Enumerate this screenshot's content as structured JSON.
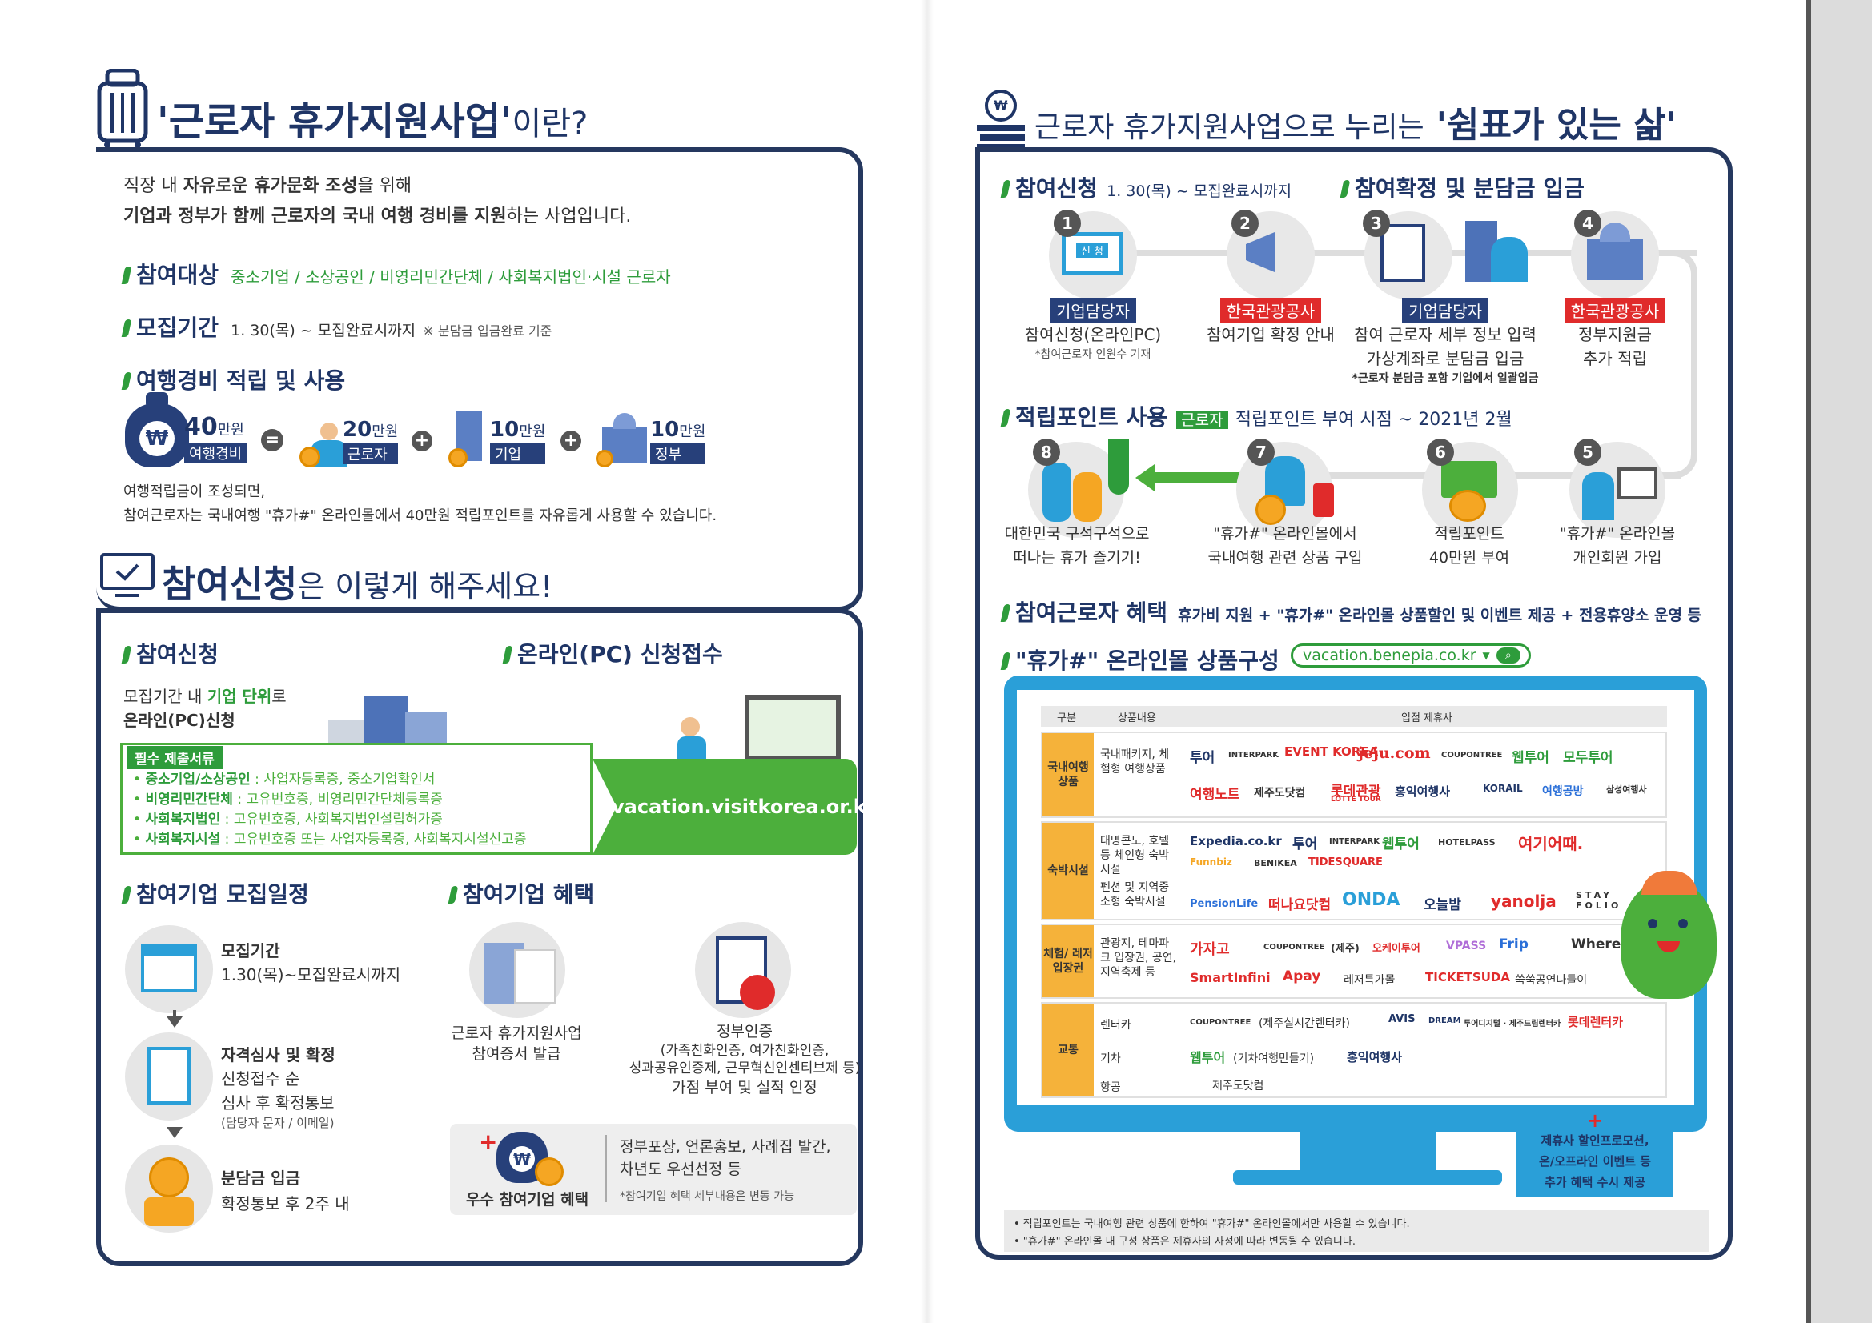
{
  "left": {
    "title_quote": "'근로자 휴가지원사업'",
    "title_suffix": "이란?",
    "intro_line1_a": "직장 내 ",
    "intro_line1_b": "자유로운 휴가문화 조성",
    "intro_line1_c": "을 위해",
    "intro_line2_a": "기업과 정부가 함께 근로자의 국내 여행 경비를 지원",
    "intro_line2_b": "하는 사업입니다.",
    "target_label": "참여대상",
    "target_value": "중소기업 / 소상공인 / 비영리민간단체 / 사회복지법인·시설 근로자",
    "period_label": "모집기간",
    "period_value": "1. 30(목) ~ 모집완료시까지",
    "period_note": "※ 분담금 입금완료 기준",
    "fund_label": "여행경비 적립 및 사용",
    "fund_total_amt": "40",
    "fund_total_unit": "만원",
    "fund_total_tag": "여행경비",
    "fund_op_eq": "=",
    "fund_worker_amt": "20",
    "fund_worker_unit": "만원",
    "fund_worker_tag": "근로자",
    "fund_op_plus": "+",
    "fund_company_amt": "10",
    "fund_company_unit": "만원",
    "fund_company_tag": "기업",
    "fund_gov_amt": "10",
    "fund_gov_unit": "만원",
    "fund_gov_tag": "정부",
    "won_symbol": "₩",
    "fund_note1": "여행적립금이 조성되면,",
    "fund_note2": "참여근로자는 국내여행 \"휴가#\" 온라인몰에서 40만원 적립포인트를 자유롭게 사용할 수 있습니다.",
    "apply_title_bold": "참여신청",
    "apply_title_rest": "은 이렇게 해주세요!",
    "apply_label": "참여신청",
    "apply_line1_a": "모집기간 내 ",
    "apply_line1_b": "기업 단위",
    "apply_line1_c": "로",
    "apply_line2": "온라인(PC)신청",
    "online_label": "온라인(PC) 신청접수",
    "docs_tag": "필수 제출서류",
    "docs": [
      {
        "k": "중소기업/소상공인",
        "v": " : 사업자등록증, 중소기업확인서"
      },
      {
        "k": "비영리민간단체",
        "v": " : 고유번호증, 비영리민간단체등록증"
      },
      {
        "k": "사회복지법인",
        "v": " : 고유번호증, 사회복지법인설립허가증"
      },
      {
        "k": "사회복지시설",
        "v": " : 고유번호증 또는 사업자등록증, 사회복지시설신고증"
      }
    ],
    "url": "vacation.visitkorea.or.kr",
    "schedule_label": "참여기업 모집일정",
    "sched1_title": "모집기간",
    "sched1_desc": "1.30(목)~모집완료시까지",
    "sched2_title": "자격심사 및 확정",
    "sched2_desc1": "신청접수 순",
    "sched2_desc2": "심사 후 확정통보",
    "sched2_note": "(담당자 문자 / 이메일)",
    "sched3_title": "분담금 입금",
    "sched3_desc": "확정통보 후 2주 내",
    "benefit_label": "참여기업 혜택",
    "ben1_l1": "근로자 휴가지원사업",
    "ben1_l2": "참여증서 발급",
    "ben2_l1": "정부인증",
    "ben2_l2": "(가족친화인증, 여가친화인증,",
    "ben2_l3": "성과공유인증제, 근무혁신인센티브제 등)",
    "ben2_l4": "가점 부여 및 실적 인정",
    "best_label": "우수 참여기업 혜택",
    "best_l1": "정부포상, 언론홍보, 사례집 발간,",
    "best_l2": "차년도 우선선정 등",
    "best_note": "*참여기업 혜택 세부내용은 변동 가능"
  },
  "right": {
    "title_a": "근로자 휴가지원사업으로 누리는",
    "title_b": "'쉼표가 있는 삶'",
    "s1_label": "참여신청",
    "s1_date": "1. 30(목) ~ 모집완료시까지",
    "s2_label": "참여확정 및 분담금 입금",
    "steps_top": [
      {
        "n": "1",
        "role": "기업담당자",
        "role_type": "navy",
        "l1": "참여신청(온라인PC)",
        "l2": "*참여근로자 인원수 기재"
      },
      {
        "n": "2",
        "role": "한국관광공사",
        "role_type": "red",
        "l1": "참여기업 확정 안내",
        "l2": ""
      },
      {
        "n": "3",
        "role": "기업담당자",
        "role_type": "navy",
        "l1": "참여 근로자 세부 정보 입력",
        "l2": "가상계좌로 분담금 입금",
        "l3": "*근로자 분담금 포함 기업에서 일괄입금"
      },
      {
        "n": "4",
        "role": "한국관광공사",
        "role_type": "red",
        "l1": "정부지원금",
        "l2": "추가 적립"
      }
    ],
    "icon_apply_text": "신 청",
    "s3_label": "적립포인트 사용",
    "s3_tag": "근로자",
    "s3_rest": "적립포인트 부여 시점 ~ 2021년 2월",
    "steps_bottom": [
      {
        "n": "8",
        "l1": "대한민국 구석구석으로",
        "l2": "떠나는 휴가 즐기기!"
      },
      {
        "n": "7",
        "l1": "\"휴가#\" 온라인몰에서",
        "l2": "국내여행 관련 상품 구입"
      },
      {
        "n": "6",
        "l1": "적립포인트",
        "l2": "40만원 부여"
      },
      {
        "n": "5",
        "l1": "\"휴가#\" 온라인몰",
        "l2": "개인회원 가입"
      }
    ],
    "benefit_label": "참여근로자 혜택",
    "benefit_value": "휴가비 지원 + \"휴가#\" 온라인몰 상품할인 및 이벤트 제공 + 전용휴양소 운영 등",
    "mall_label": "\"휴가#\" 온라인몰 상품구성",
    "mall_url": "vacation.benepia.co.kr",
    "table_head": [
      "구분",
      "상품내용",
      "입점 제휴사"
    ],
    "rows": [
      {
        "cat": "국내여행 상품",
        "items": [
          {
            "desc": "국내패키지, 체험형 여행상품",
            "logos": [
              "투어",
              "INTERPARK",
              "EVENT KOREA",
              "jeju.com",
              "COUPONTREE",
              "웹투어",
              "모두투어",
              "여행노트",
              "제주도닷컴",
              "롯데관광",
              "LOTTE TOUR",
              "홍익여행사",
              "KORAIL",
              "여행공방",
              "삼성여행사"
            ]
          }
        ]
      },
      {
        "cat": "숙박시설",
        "items": [
          {
            "desc": "대명콘도, 호텔등 체인형 숙박시설",
            "logos": [
              "Expedia.co.kr",
              "투어",
              "INTERPARK",
              "웹투어",
              "HOTELPASS",
              "여기어때.",
              "Funnbiz",
              "BENIKEA",
              "TIDESQUARE"
            ]
          },
          {
            "desc": "펜션 및 지역중소형 숙박시설",
            "logos": [
              "PensionLife",
              "떠나요닷컴",
              "ONDA",
              "오늘밤",
              "yanolja",
              "STAY FOLIO"
            ]
          }
        ]
      },
      {
        "cat": "체험/ 레저입장권",
        "items": [
          {
            "desc": "관광지, 테마파크 입장권, 공연, 지역축제 등",
            "logos": [
              "가자고",
              "COUPONTREE",
              "(제주)",
              "오케이투어",
              "VPASS",
              "Frip",
              "Where GO",
              "SmartInfini",
              "Apay",
              "레저특가몰",
              "TICKETSUDA",
              "쑥쑥공연나들이"
            ]
          }
        ]
      },
      {
        "cat": "교통",
        "items": [
          {
            "desc": "렌터카",
            "logos": [
              "COUPONTREE",
              "(제주실시간렌터카)",
              "AVIS",
              "DREAM",
              "투어디지털 · 제주드림렌터카",
              "롯데렌터카"
            ]
          },
          {
            "desc": "기차",
            "logos": [
              "웹투어",
              "(기차여행만들기)",
              "홍익여행사"
            ]
          },
          {
            "desc": "항공",
            "logos": [
              "제주도닷컴"
            ]
          }
        ]
      }
    ],
    "promo_plus": "+",
    "promo_l1": "제휴사 할인프로모션,",
    "promo_l2": "온/오프라인 이벤트 등",
    "promo_l3": "추가 혜택 수시 제공",
    "foot1": "• 적립포인트는 국내여행 관련 상품에 한하여 \"휴가#\" 온라인몰에서만 사용할 수 있습니다.",
    "foot2": "• \"휴가#\" 온라인몰 내 구성 상품은 제휴사의 사정에 따라 변동될 수 있습니다."
  },
  "colors": {
    "navy": "#1f3566",
    "green": "#2e9c3b",
    "red": "#e02b2b",
    "orange": "#f5a623",
    "blue": "#2a9fd8"
  }
}
